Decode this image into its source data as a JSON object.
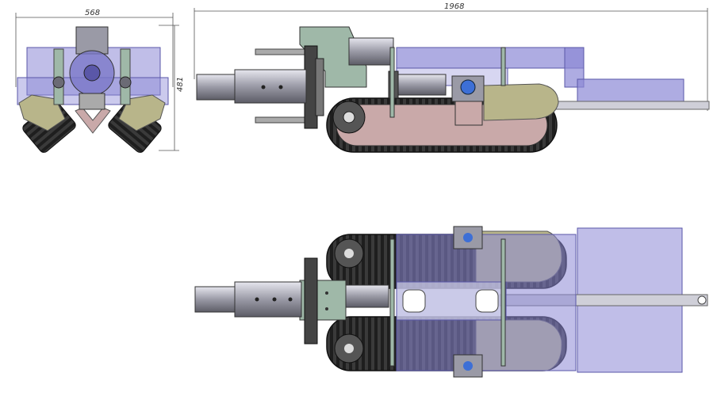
{
  "dimensions": {
    "front_width": "568",
    "front_height": "481",
    "side_length": "1968"
  },
  "colors": {
    "dim_line": "#555555",
    "purple": "#8c89d6",
    "purple_dark": "#5a57a8",
    "green_plate": "#9fb8a8",
    "track": "#2e2e2e",
    "steel": "#b9b9c2",
    "olive": "#b8b58a",
    "pink": "#c9a9a9"
  },
  "views": [
    "front-view",
    "side-view",
    "top-view"
  ]
}
